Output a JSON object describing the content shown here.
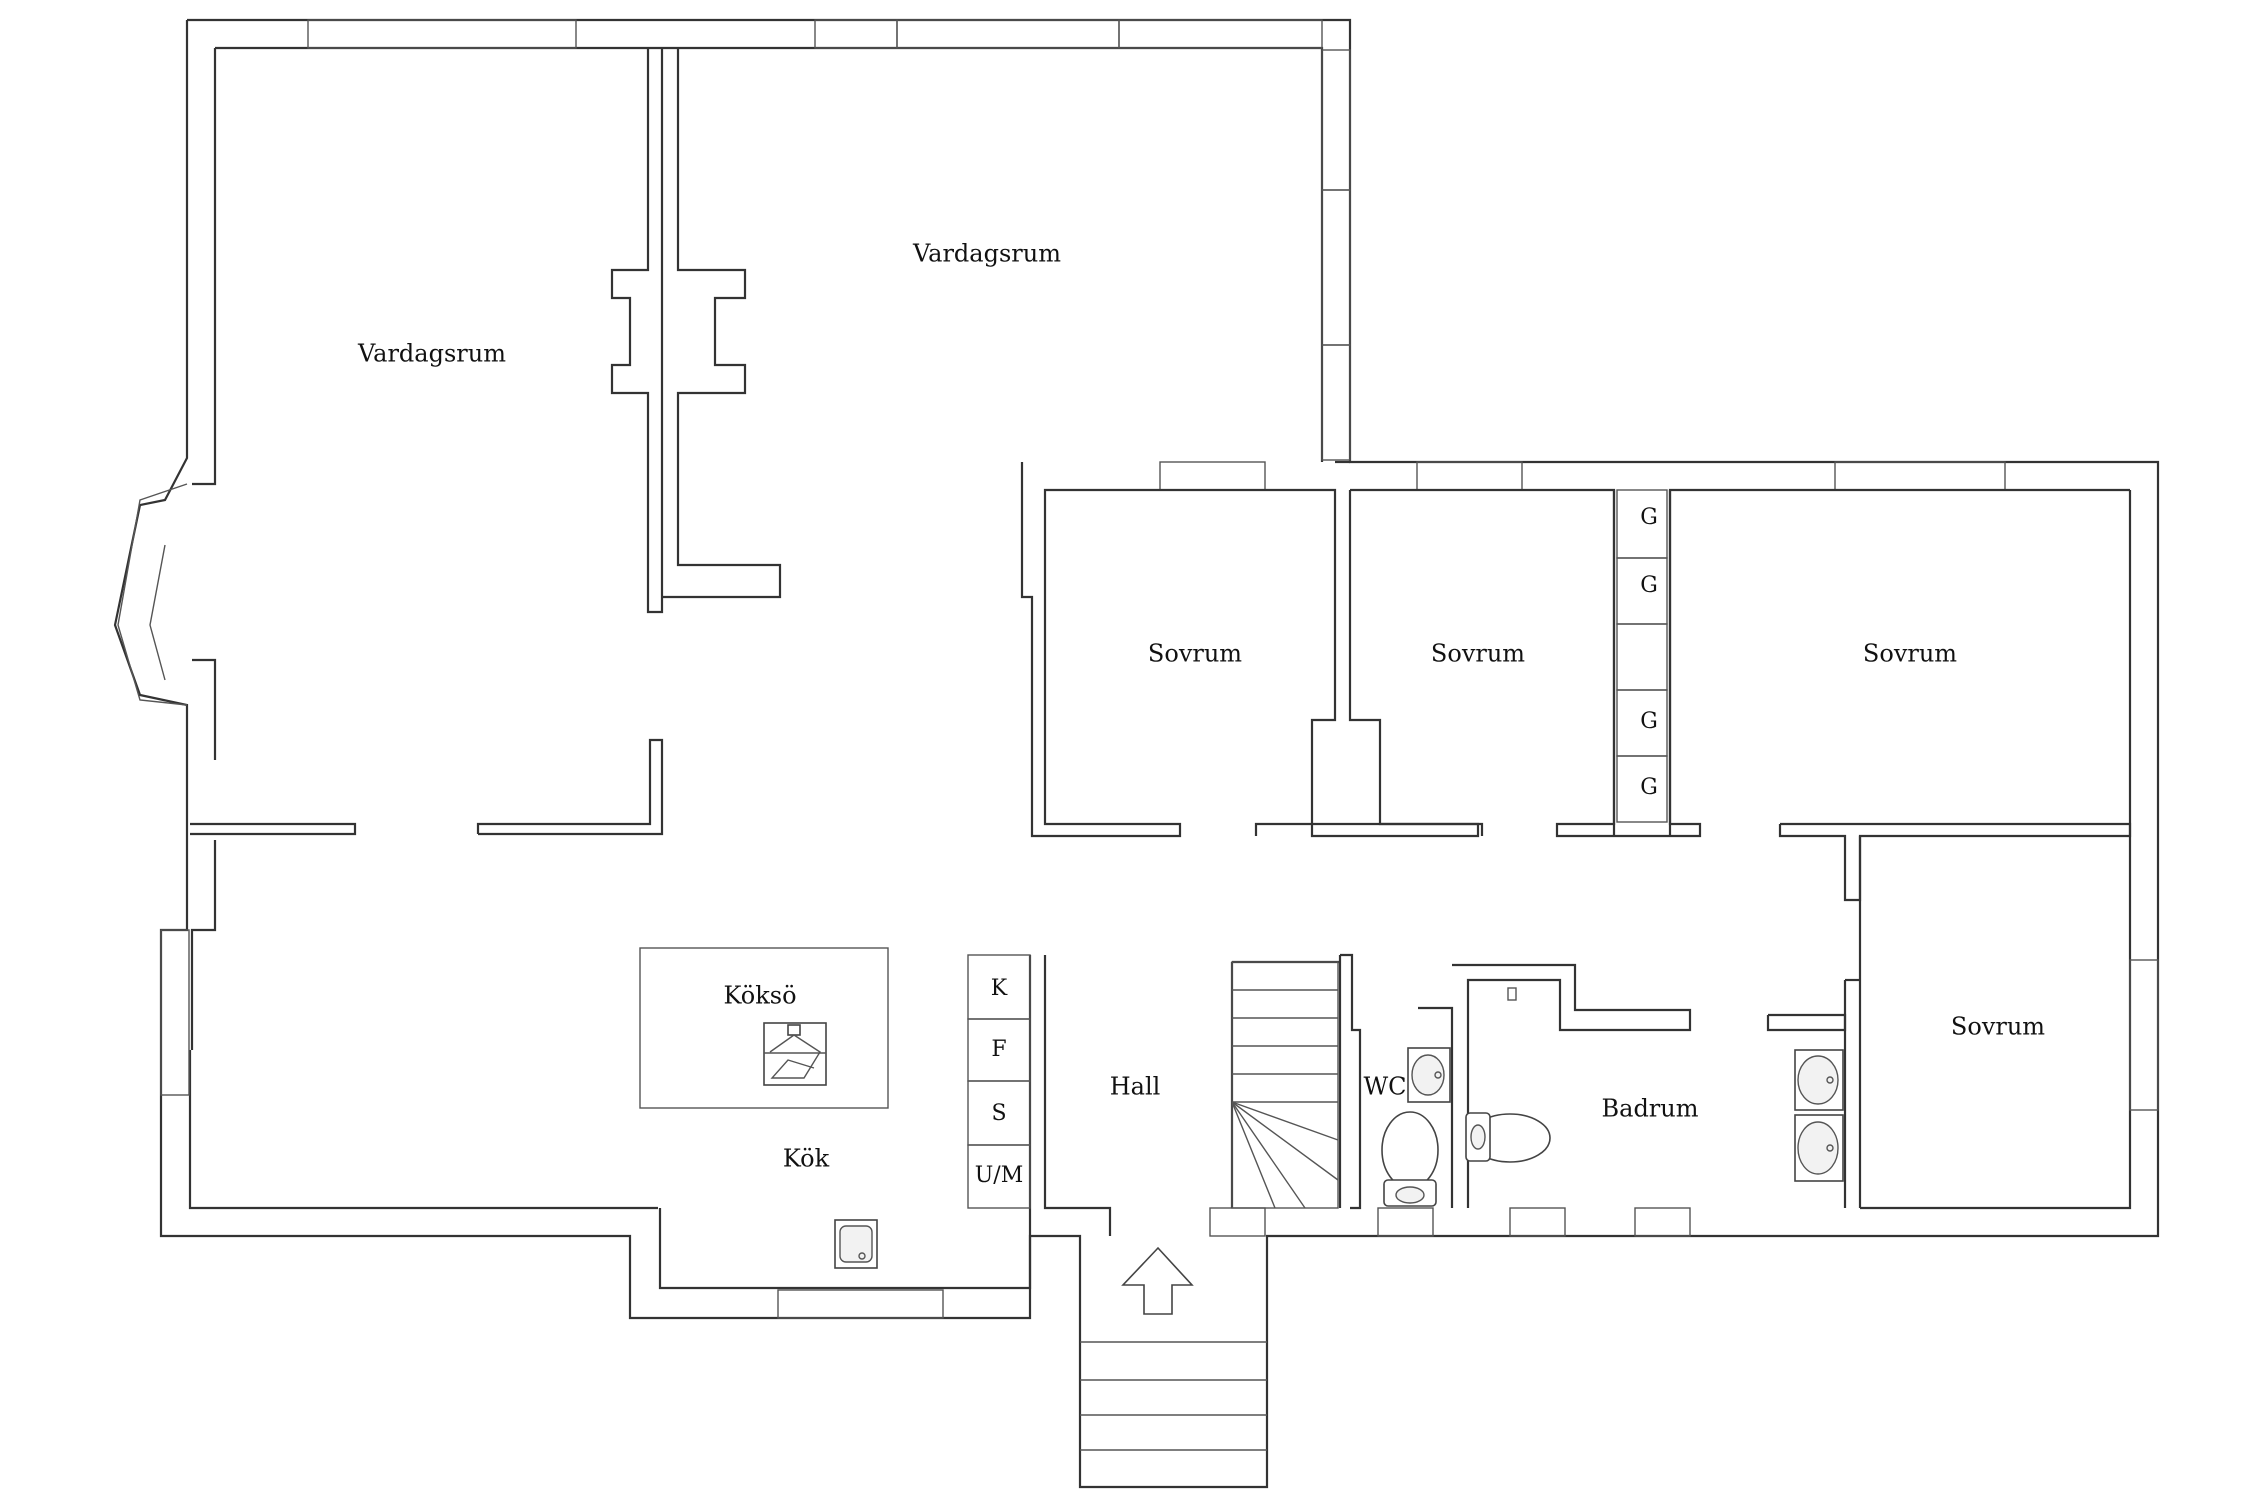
{
  "rooms": {
    "living_left": "Vardagsrum",
    "living_right": "Vardagsrum",
    "bedroom_1": "Sovrum",
    "bedroom_2": "Sovrum",
    "bedroom_3": "Sovrum",
    "bedroom_4": "Sovrum",
    "kitchen_island": "Köksö",
    "kitchen": "Kök",
    "hall": "Hall",
    "wc": "WC",
    "bathroom": "Badrum"
  },
  "closets": {
    "wardrobe_1": "G",
    "wardrobe_2": "G",
    "wardrobe_3": "G",
    "wardrobe_4": "G",
    "fridge": "K",
    "freezer": "F",
    "storage": "S",
    "oven_micro": "U/M"
  },
  "colors": {
    "wall": "#333333",
    "text": "#111111",
    "background": "#ffffff"
  },
  "icons": {
    "entrance": "entrance-arrow-icon",
    "stairs": "staircase-icon",
    "sink": "sink-icon",
    "toilet": "toilet-icon",
    "stove": "cooktop-icon"
  }
}
